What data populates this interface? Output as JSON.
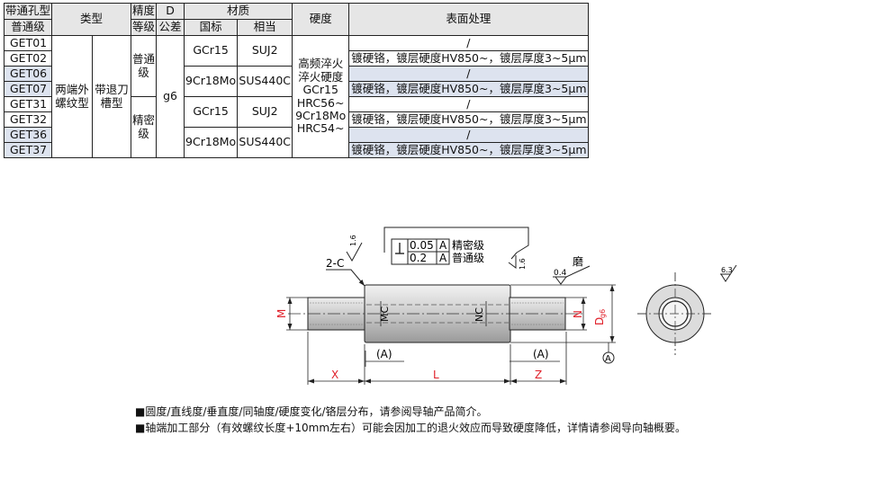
{
  "table": {
    "headers": {
      "code_line1": "带通孔型",
      "code_line2": "普通级",
      "type": "类型",
      "precision_line1": "精度",
      "precision_line2": "等级",
      "d_line1": "D",
      "d_line2": "公差",
      "material": "材质",
      "mat_std": "国标",
      "mat_equiv": "相当",
      "hardness": "硬度",
      "surface": "表面处理"
    },
    "codes": [
      "GET01",
      "GET02",
      "GET06",
      "GET07",
      "GET31",
      "GET32",
      "GET36",
      "GET37"
    ],
    "type_1_line1": "两端外",
    "type_1_line2": "螺纹型",
    "type_2_line1": "带退刀",
    "type_2_line2": "槽型",
    "precision_normal_line1": "普通",
    "precision_normal_line2": "级",
    "precision_fine_line1": "精密",
    "precision_fine_line2": "级",
    "d_tolerance": "g6",
    "materials": [
      {
        "std": "GCr15",
        "equiv": "SUJ2"
      },
      {
        "std": "9Cr18Mo",
        "equiv": "SUS440C"
      },
      {
        "std": "GCr15",
        "equiv": "SUJ2"
      },
      {
        "std": "9Cr18Mo",
        "equiv": "SUS440C"
      }
    ],
    "hardness_lines": [
      "高频淬火",
      "淬火硬度",
      "GCr15",
      "HRC56~",
      "9Cr18Mo",
      "HRC54~"
    ],
    "surface_none": "/",
    "surface_plated": "镀硬铬，镀层硬度HV850~，镀层厚度3~5μm"
  },
  "drawing": {
    "tol_value_1": "0.05",
    "tol_ref_1": "A",
    "tol_label_1": "精密级",
    "tol_value_2": "0.2",
    "tol_ref_2": "A",
    "tol_label_2": "普通级",
    "chamfer": "2-C",
    "roughness_1": "1.6",
    "roughness_2": "1.6",
    "roughness_grind_value": "0.4",
    "roughness_grind_label": "磨",
    "roughness_general": "6.3",
    "dim_m": "M",
    "dim_mc": "MC",
    "dim_nc": "NC",
    "dim_n": "N",
    "dim_d": "D",
    "dim_d_sub": "g6",
    "datum_a_left": "(A)",
    "datum_a_right": "(A)",
    "datum_circle": "A",
    "dim_x": "X",
    "dim_l": "L",
    "dim_z": "Z"
  },
  "notes": {
    "line1": "■圆度/直线度/垂直度/同轴度/硬度变化/铬层分布，请参阅导轴产品简介。",
    "line2": "■轴端加工部分（有效螺纹长度+10mm左右）可能会因加工的退火效应而导致硬度降低，详情请参阅导向轴概要。"
  },
  "colors": {
    "red_dim": "#e0202a",
    "header_bg": "#e6e6e6",
    "shade_bg": "#dde3ef"
  }
}
